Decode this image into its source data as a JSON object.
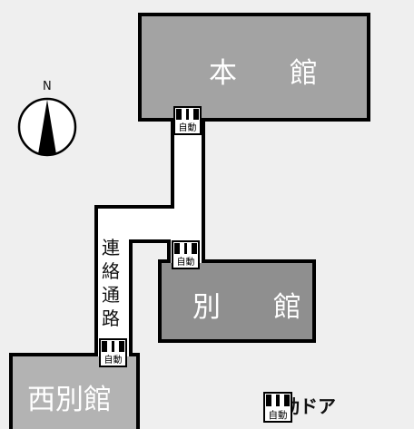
{
  "buildings": {
    "main": {
      "label": "本 館",
      "color": "#a3a3a3"
    },
    "annex": {
      "label": "別 館",
      "color": "#8f8f8f"
    },
    "west_annex": {
      "label": "西別館",
      "color": "#b3b3b3"
    }
  },
  "corridor": {
    "label_chars": [
      "連",
      "絡",
      "通",
      "路"
    ],
    "color": "#ffffff"
  },
  "compass": {
    "letter": "N",
    "icon": "north-arrow-icon"
  },
  "door_icon": {
    "label": "自動",
    "icon": "automatic-door-icon"
  },
  "legend": {
    "text": "自動ドア"
  },
  "colors": {
    "background": "#efefef",
    "outline": "#000000"
  }
}
